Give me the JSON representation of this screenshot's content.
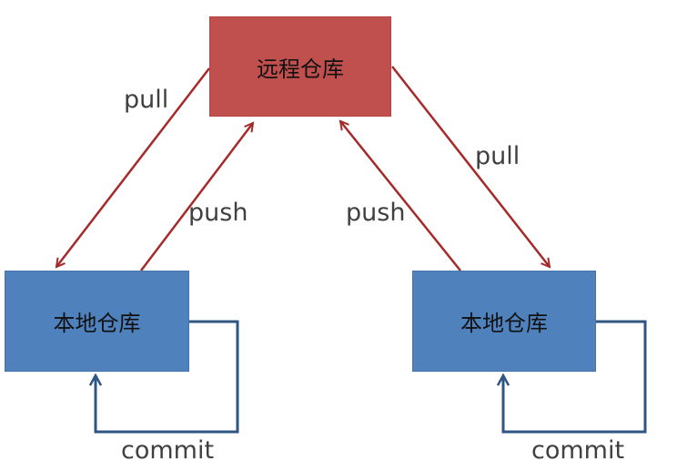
{
  "nodes": {
    "remote": {
      "label": "远程仓库",
      "color": "#c0504d"
    },
    "local_left": {
      "label": "本地仓库",
      "color": "#4f81bd"
    },
    "local_right": {
      "label": "本地仓库",
      "color": "#4f81bd"
    }
  },
  "edges": {
    "pull_left": "pull",
    "push_left": "push",
    "push_right": "push",
    "pull_right": "pull",
    "commit_left": "commit",
    "commit_right": "commit"
  },
  "colors": {
    "sync_arrow": "#a52a2a",
    "commit_arrow": "#2f5583"
  }
}
